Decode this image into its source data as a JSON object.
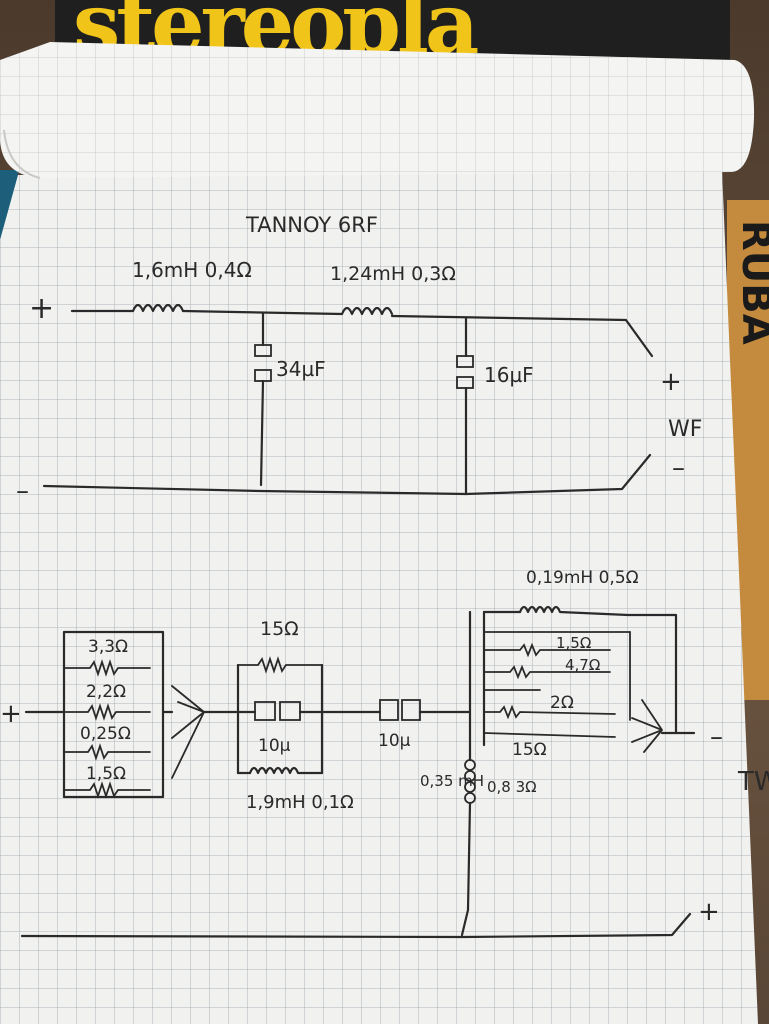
{
  "magazine": {
    "title": "stereopla",
    "side_text": "RUBA"
  },
  "top_circuit": {
    "title": "TANNOY 6RF",
    "input_plus": "+",
    "input_minus": "–",
    "inductor_1": "1,6mH 0,4Ω",
    "inductor_2": "1,24mH 0,3Ω",
    "capacitor_1": "34µF",
    "capacitor_2": "16µF",
    "output_plus": "+",
    "output_minus": "–",
    "output_label": "WF"
  },
  "bottom_circuit": {
    "input_plus": "+",
    "res_bank": [
      "3,3Ω",
      "2,2Ω",
      "0,25Ω",
      "1,5Ω"
    ],
    "res_15": "15Ω",
    "cap_10_a": "10µ",
    "inductor_19": "1,9mH 0,1Ω",
    "cap_10_b": "10µ",
    "inductor_019": "0,19mH 0,5Ω",
    "right_bank": [
      "1,5Ω",
      "4,7Ω",
      "2Ω",
      "15Ω"
    ],
    "shunt_l": "0,35 mH",
    "shunt_r": "0,8 3Ω",
    "output_minus": "–",
    "output_label": "TW",
    "bottom_plus": "+"
  }
}
